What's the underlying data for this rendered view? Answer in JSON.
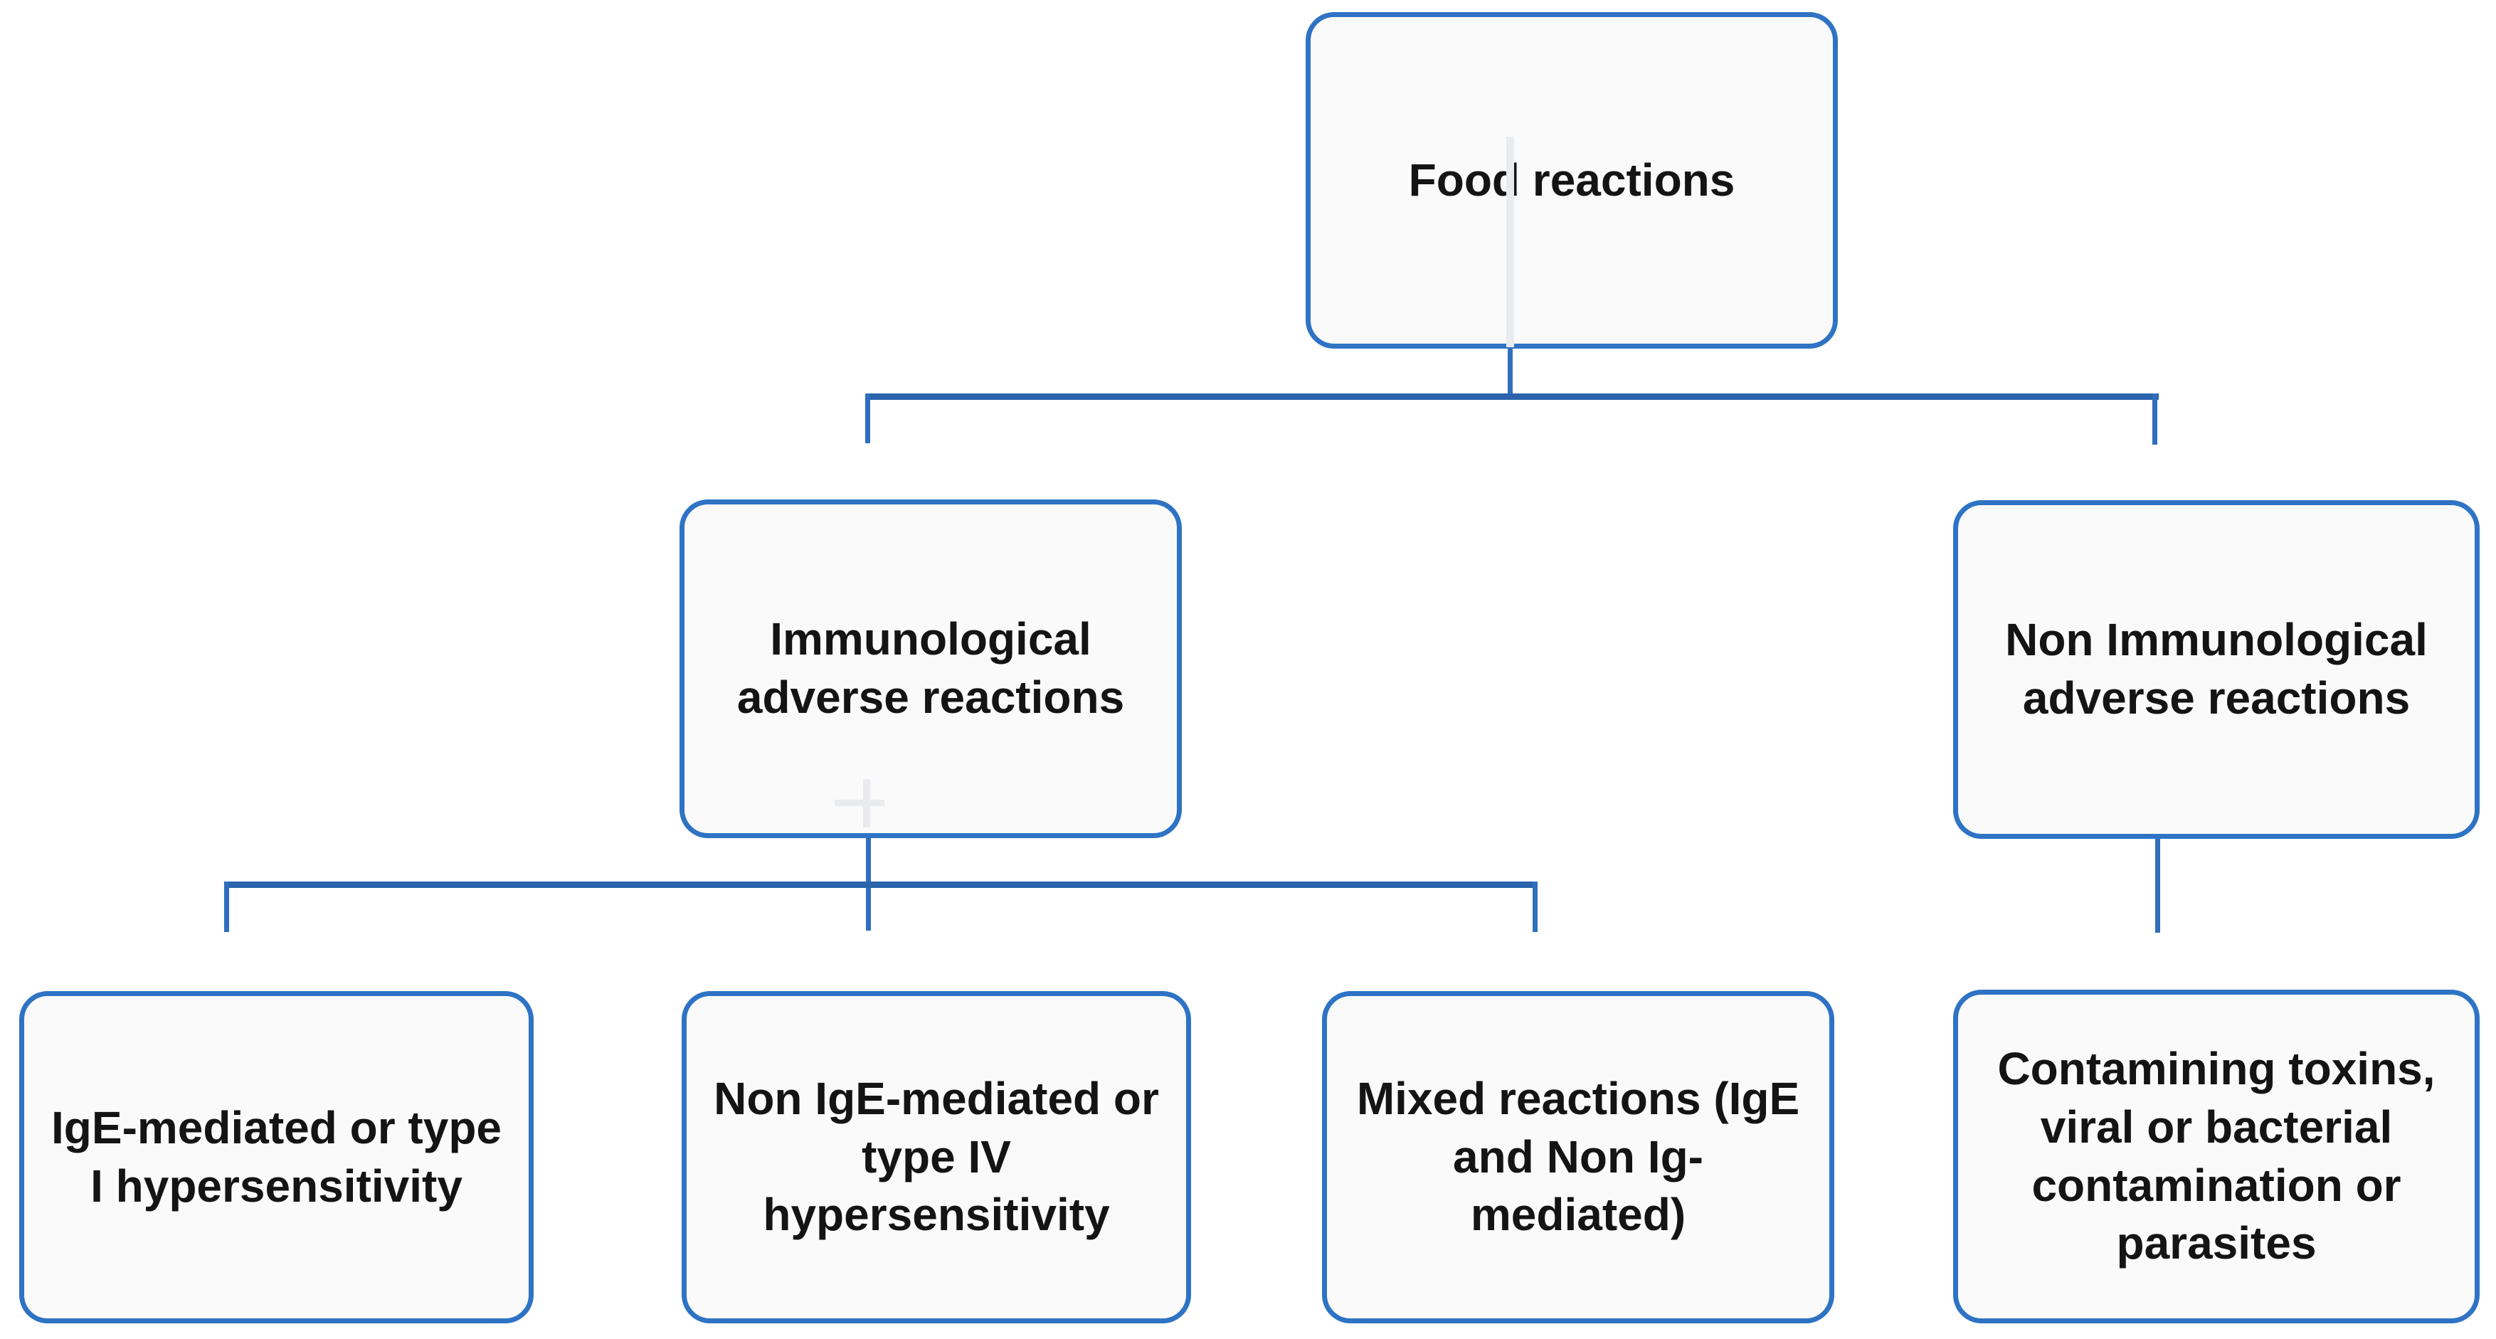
{
  "diagram": {
    "type": "flowchart",
    "topic": "Food reactions classification",
    "colors": {
      "box_border": "#2e73c4",
      "box_fill": "#fafafb",
      "connector": "#2f6fbd",
      "connector_trunk": "#2b63ac",
      "text": "#141414",
      "artifact": "#e9ebee",
      "background": "#ffffff"
    },
    "nodes": {
      "root": {
        "id": "food-reactions",
        "label": "Food reactions"
      },
      "level2": [
        {
          "id": "immunological",
          "label": "Immunological\nadverse reactions",
          "parent": "food-reactions"
        },
        {
          "id": "non-immunological",
          "label": "Non Immunological\nadverse reactions",
          "parent": "food-reactions"
        }
      ],
      "level3": [
        {
          "id": "ige-mediated",
          "label": "IgE-mediated or type\nI hypersensitivity",
          "parent": "immunological"
        },
        {
          "id": "non-ige-mediated",
          "label": "Non IgE-mediated or\ntype IV\nhypersensitivity",
          "parent": "immunological"
        },
        {
          "id": "mixed-reactions",
          "label": "Mixed reactions (IgE\nand Non Ig-\nmediated)",
          "parent": "immunological"
        },
        {
          "id": "contaminating",
          "label": "Contamining toxins,\nviral or bacterial\ncontamination or\nparasites",
          "parent": "non-immunological"
        }
      ]
    }
  }
}
